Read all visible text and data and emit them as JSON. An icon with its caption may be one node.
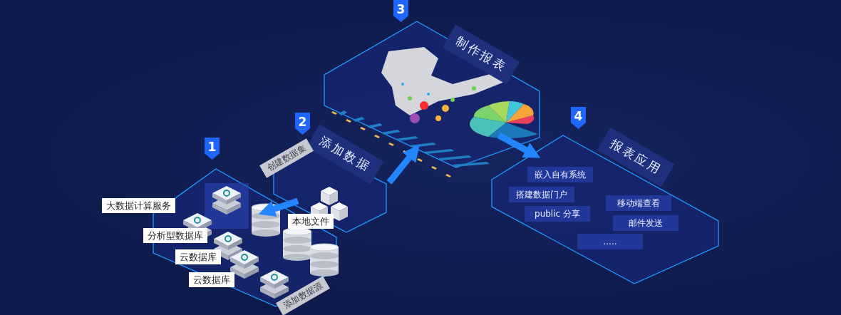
{
  "diagram": {
    "nodes": [
      {
        "text": [
          "添加数据源"
        ],
        "beside": [
          "1"
        ]
      },
      {
        "text": [
          "添加数据",
          "创建数据集"
        ],
        "beside": [
          "2"
        ]
      },
      {
        "text": [
          "制作报表"
        ],
        "beside": [
          "3"
        ]
      },
      {
        "text": [
          "报表应用"
        ],
        "beside": [
          "4"
        ]
      },
      {
        "text": [
          "嵌入自有系统"
        ],
        "in": 3
      },
      {
        "text": [
          "搭建数据门户"
        ],
        "in": 3
      },
      {
        "text": [
          "public 分享"
        ],
        "in": 3
      },
      {
        "text": [
          "移动端查看"
        ],
        "in": 3
      },
      {
        "text": [
          "邮件发送"
        ],
        "in": 3
      },
      {
        "text": [
          "....."
        ],
        "in": 3
      }
    ],
    "edges": [
      {
        "from": 1,
        "to": 0,
        "arrow": "to"
      },
      {
        "from": 1,
        "to": 2,
        "arrow": "to"
      },
      {
        "from": 2,
        "to": 3,
        "arrow": "to"
      }
    ],
    "labels": [
      "大数据计算服务",
      "本地文件",
      "分析型数据库",
      "云数据库",
      "云数据库"
    ]
  }
}
